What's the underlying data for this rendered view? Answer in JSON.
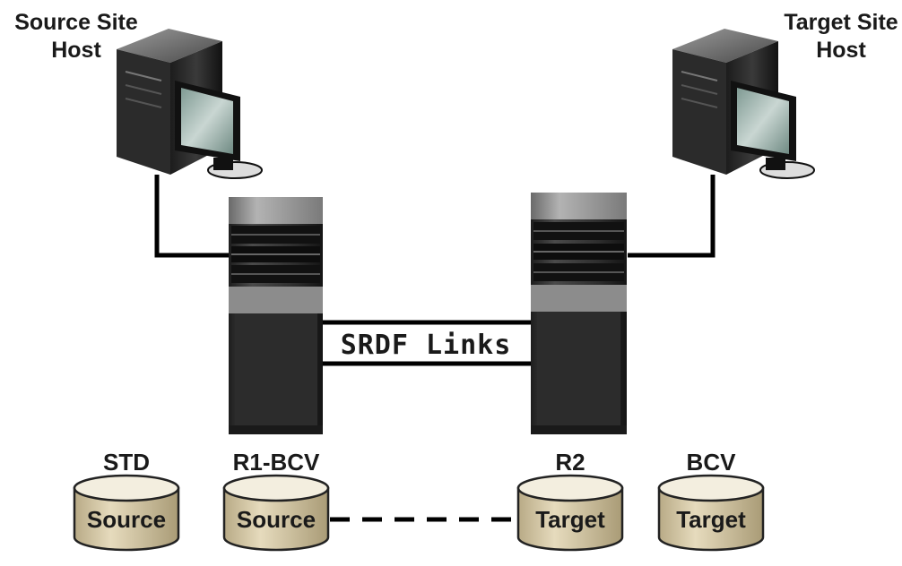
{
  "hosts": {
    "source": {
      "line1": "Source Site",
      "line2": "Host"
    },
    "target": {
      "line1": "Target Site",
      "line2": "Host"
    }
  },
  "links": {
    "label": "SRDF Links"
  },
  "disks": [
    {
      "title": "STD",
      "text": "Source"
    },
    {
      "title": "R1-BCV",
      "text": "Source"
    },
    {
      "title": "R2",
      "text": "Target"
    },
    {
      "title": "BCV",
      "text": "Target"
    }
  ],
  "colors": {
    "disk_fill": "#d9ccaa",
    "disk_top": "#f4efe0",
    "cable": "#000000",
    "array_dark": "#2a2a2a",
    "array_light": "#8c8c8c"
  }
}
